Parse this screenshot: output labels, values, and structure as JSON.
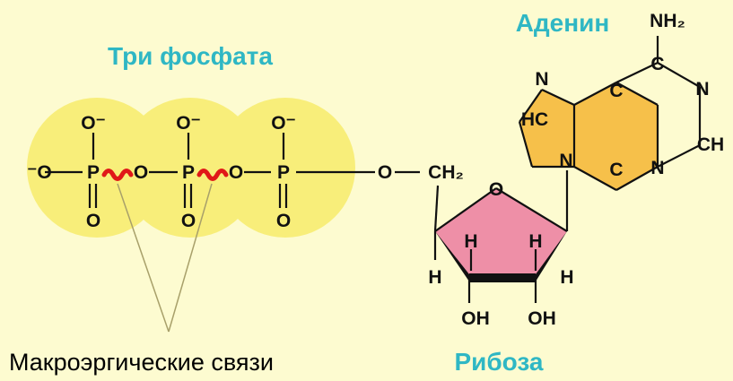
{
  "labels": {
    "three_phosphates": "Три фосфата",
    "adenine": "Аденин",
    "ribose": "Рибоза",
    "high_energy_bonds": "Макроэргические связи"
  },
  "atoms": {
    "O": "O",
    "O_minus": "O⁻",
    "minus_O": "⁻O",
    "P": "P",
    "N": "N",
    "C": "C",
    "H": "H",
    "HC": "HC",
    "CH": "CH",
    "CH2": "CH₂",
    "NH2": "NH₂",
    "OH": "OH"
  },
  "colors": {
    "background": "#FDFBD0",
    "phosphate_circle": "#F8EE7A",
    "adenine_fill": "#F6C04A",
    "ribose_fill": "#EE8FA7",
    "high_energy_bond": "#E01818",
    "label_color": "#2FB7C4",
    "pointer_line": "#A8A06A"
  }
}
